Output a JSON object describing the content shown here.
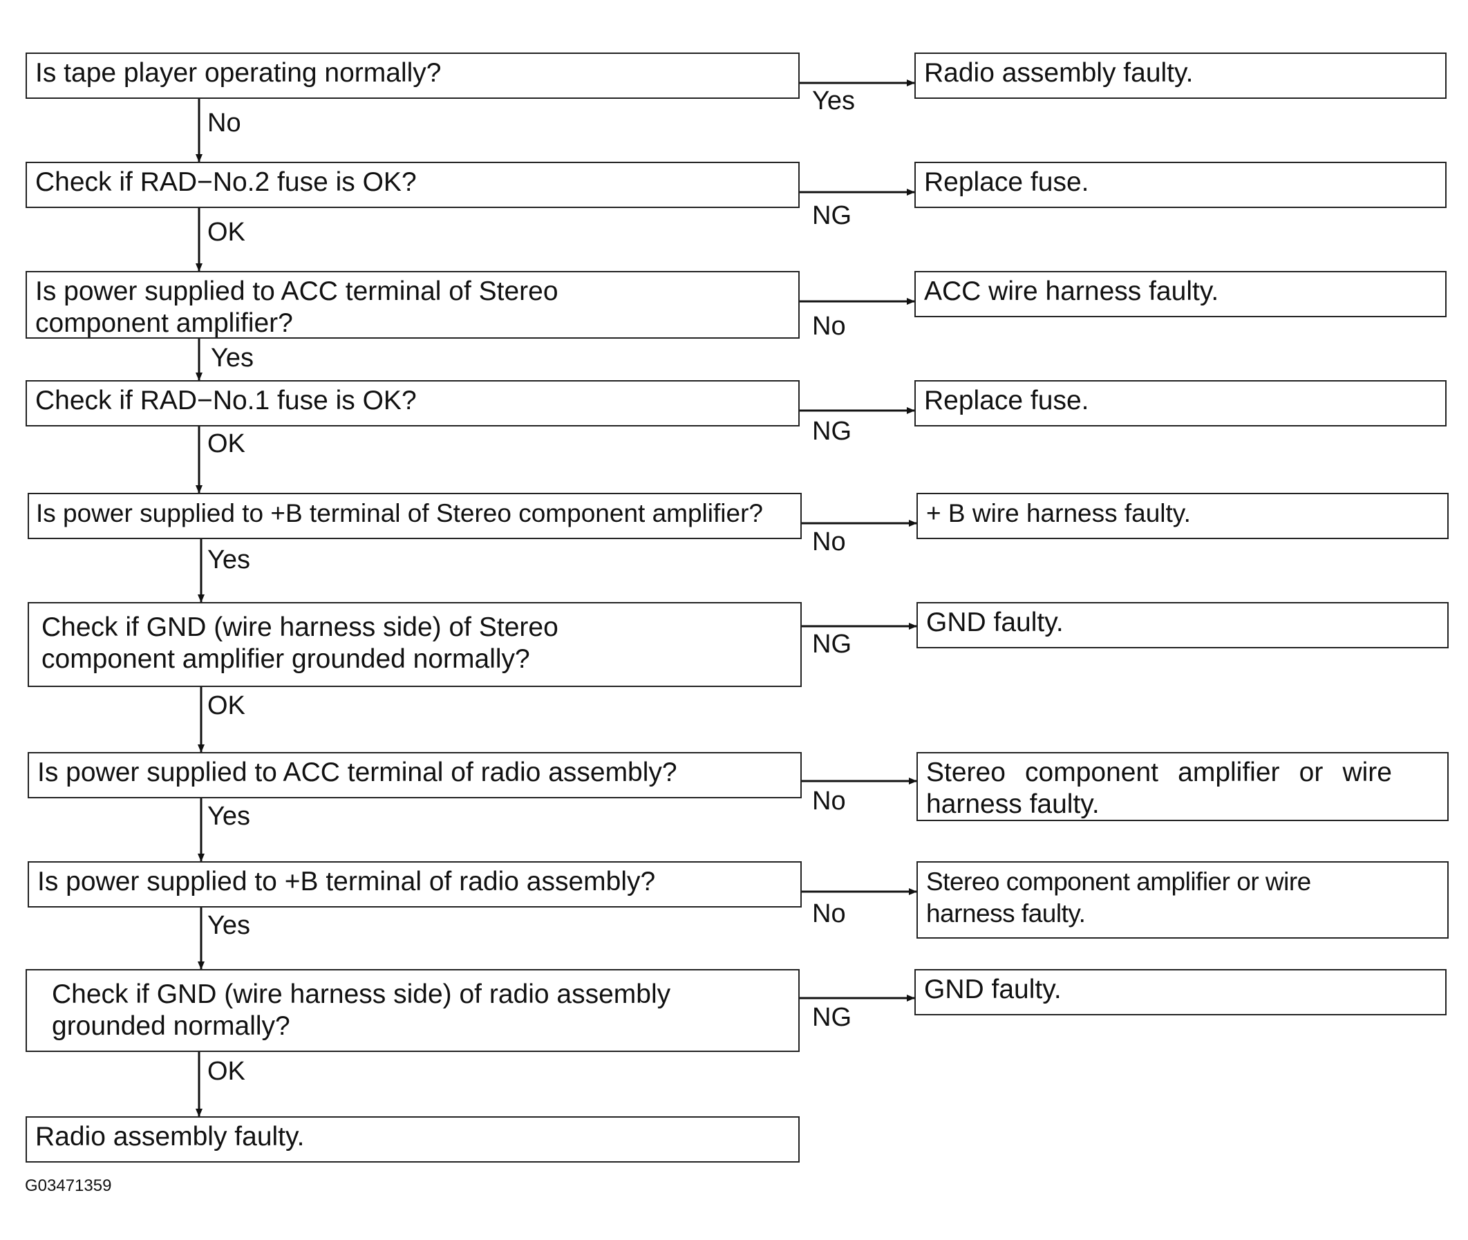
{
  "steps": [
    {
      "question": "Is tape player operating normally?",
      "down_label": "No",
      "branch_label": "Yes",
      "result": "Radio assembly faulty."
    },
    {
      "question": "Check if RAD−No.2 fuse is OK?",
      "down_label": "OK",
      "branch_label": "NG",
      "result": "Replace fuse."
    },
    {
      "question": "Is power supplied to ACC terminal of Stereo component amplifier?",
      "down_label": "Yes",
      "branch_label": "No",
      "result": "ACC wire harness faulty."
    },
    {
      "question": "Check if RAD−No.1 fuse is OK?",
      "down_label": "OK",
      "branch_label": "NG",
      "result": "Replace fuse."
    },
    {
      "question": "Is power supplied to +B terminal of Stereo component amplifier?",
      "down_label": "Yes",
      "branch_label": "No",
      "result": "+ B wire harness faulty."
    },
    {
      "question": "Check if GND (wire harness side) of Stereo component amplifier grounded normally?",
      "down_label": "OK",
      "branch_label": "NG",
      "result": "GND faulty."
    },
    {
      "question": "Is power supplied to ACC terminal of radio assembly?",
      "down_label": "Yes",
      "branch_label": "No",
      "result": "Stereo component amplifier or wire harness faulty."
    },
    {
      "question": "Is power supplied to +B terminal of radio assembly?",
      "down_label": "Yes",
      "branch_label": "No",
      "result": "Stereo component amplifier or wire harness faulty."
    },
    {
      "question": "Check if GND (wire harness side) of radio assembly grounded normally?",
      "down_label": "OK",
      "branch_label": "NG",
      "result": "GND faulty."
    }
  ],
  "final_result": "Radio assembly faulty.",
  "figure_code": "G03471359"
}
